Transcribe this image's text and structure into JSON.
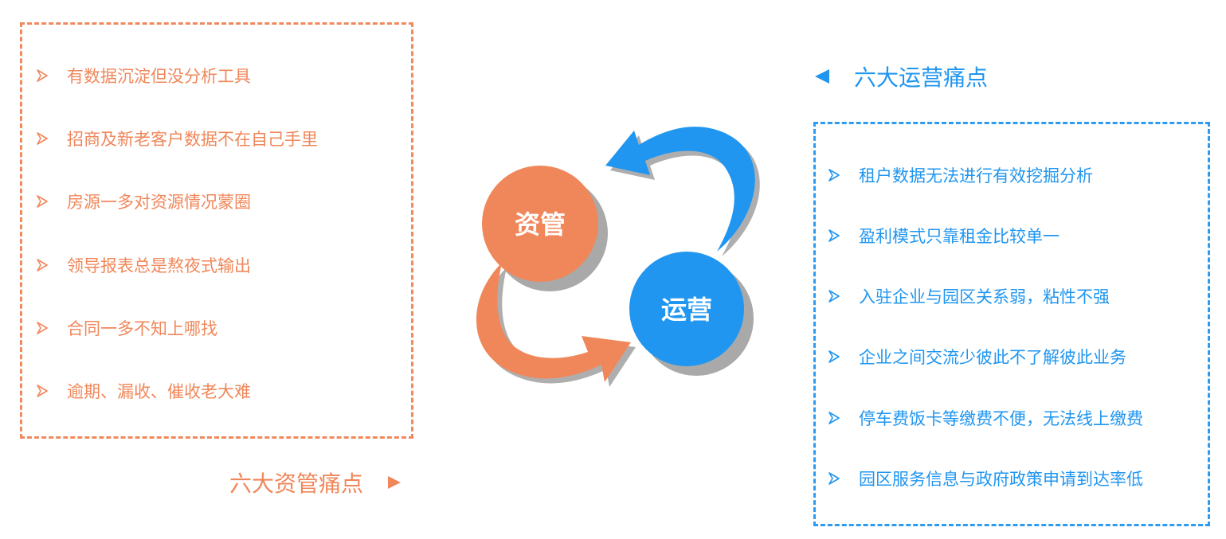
{
  "left_panel": {
    "items": [
      "有数据沉淀但没分析工具",
      "招商及新老客户数据不在自己手里",
      "房源一多对资源情况蒙圈",
      "领导报表总是熬夜式输出",
      "合同一多不知上哪找",
      "逾期、漏收、催收老大难"
    ],
    "caption": "六大资管痛点"
  },
  "right_panel": {
    "caption": "六大运营痛点",
    "items": [
      "租户数据无法进行有效挖掘分析",
      "盈利模式只靠租金比较单一",
      "入驻企业与园区关系弱，粘性不强",
      "企业之间交流少彼此不了解彼此业务",
      "停车费饭卡等缴费不便，无法线上缴费",
      "园区服务信息与政府政策申请到达率低"
    ]
  },
  "diagram": {
    "left_node": "资管",
    "right_node": "运营"
  },
  "colors": {
    "orange": "#f0875a",
    "blue": "#2096f0",
    "shadow": "#9a9a9a"
  }
}
